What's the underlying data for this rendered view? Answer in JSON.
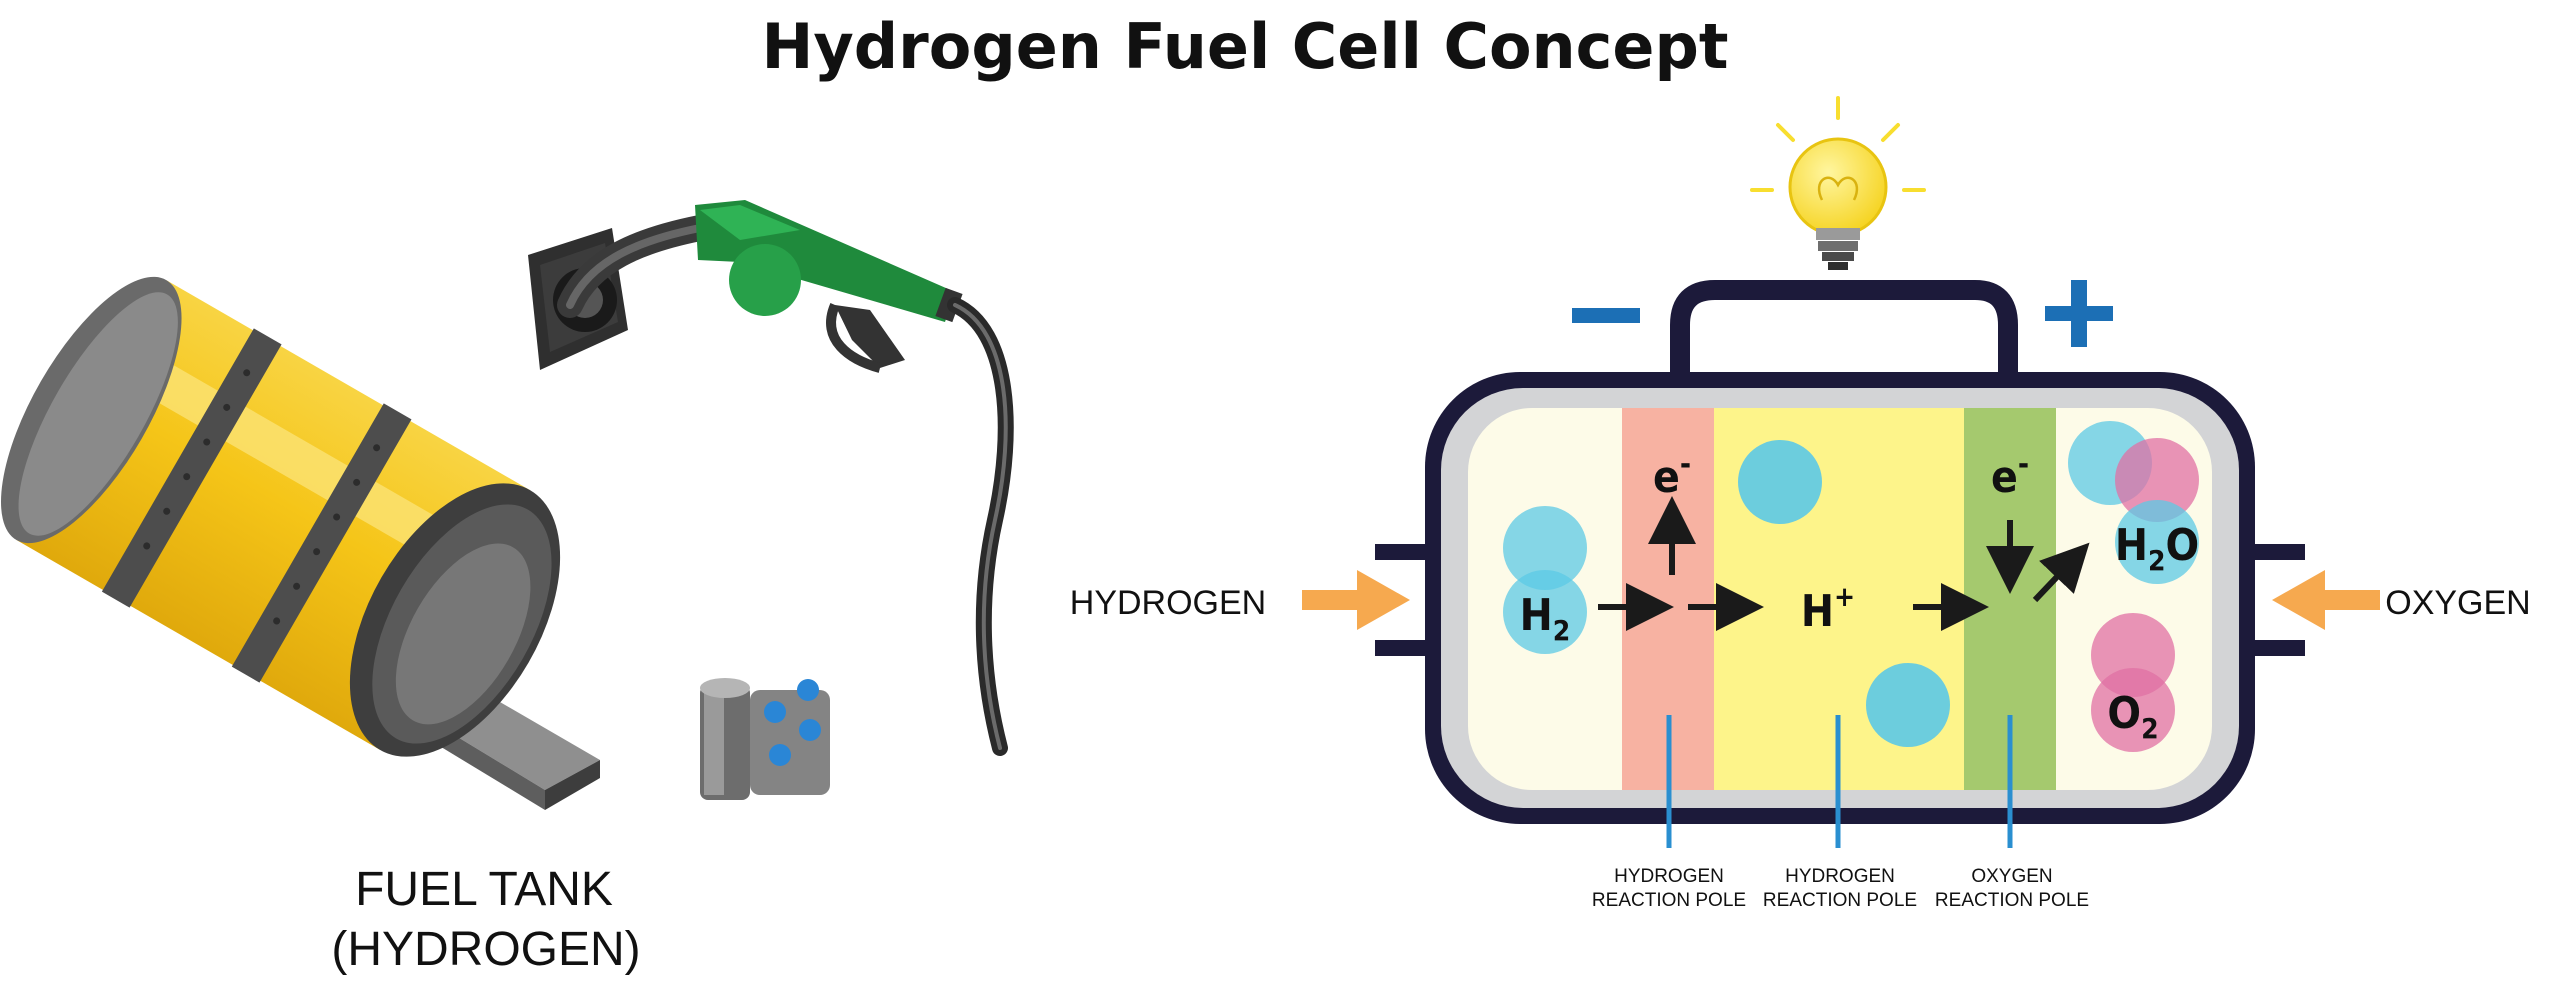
{
  "title": "Hydrogen Fuel Cell Concept",
  "tank": {
    "label_line1": "FUEL TANK",
    "label_line2": "(HYDROGEN)"
  },
  "cell": {
    "input_left": "HYDROGEN",
    "input_right": "OXYGEN",
    "terminal_negative": "−",
    "terminal_positive": "+",
    "electron_left": "e",
    "electron_left_sup": "-",
    "electron_right": "e",
    "electron_right_sup": "-",
    "h2_base": "H",
    "h2_sub": "2",
    "proton_base": "H",
    "proton_sup": "+",
    "water_h": "H",
    "water_sub": "2",
    "water_o": "O",
    "o2_base": "O",
    "o2_sub": "2",
    "poles": [
      {
        "line1": "HYDROGEN",
        "line2": "REACTION POLE"
      },
      {
        "line1": "HYDROGEN",
        "line2": "REACTION POLE"
      },
      {
        "line1": "OXYGEN",
        "line2": "REACTION POLE"
      }
    ]
  },
  "colors": {
    "tank_yellow": "#f5c518",
    "tank_dark": "#4a4a4a",
    "nozzle_green": "#1f8a3c",
    "frame_navy": "#1c1a3a",
    "frame_gray": "#d3d4d6",
    "cell_cream": "#fdfbe8",
    "anode_pink": "#f7b2a2",
    "electrolyte_yellow": "#fdf48a",
    "cathode_green": "#a5c96e",
    "arrow_orange": "#f6a94f",
    "terminal_blue": "#1c6fb5",
    "pole_blue": "#2a8fd0",
    "bubble_blue": "#5cc9e6",
    "bubble_pink": "#e070a4",
    "bulb_yellow": "#f8de2f"
  }
}
